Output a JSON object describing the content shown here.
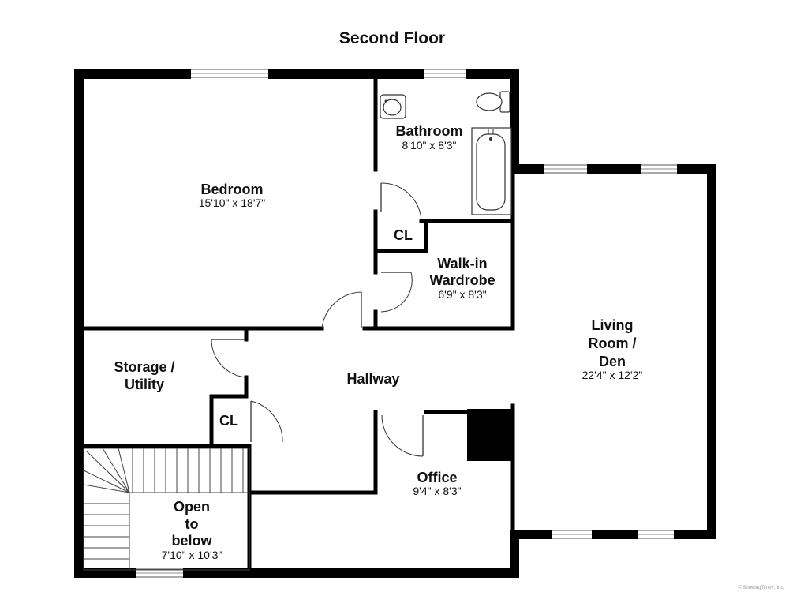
{
  "title": "Second Floor",
  "rooms": {
    "bedroom": {
      "name": "Bedroom",
      "dims": "15'10\" x 18'7\""
    },
    "bathroom": {
      "name": "Bathroom",
      "dims": "8'10\" x 8'3\""
    },
    "closet_1": {
      "name": "CL"
    },
    "walkin": {
      "line1": "Walk-in",
      "line2": "Wardrobe",
      "dims": "6'9\" x 8'3\""
    },
    "living": {
      "line1": "Living",
      "line2": "Room /",
      "line3": "Den",
      "dims": "22'4\" x 12'2\""
    },
    "storage": {
      "line1": "Storage /",
      "line2": "Utility"
    },
    "hallway": {
      "name": "Hallway"
    },
    "closet_2": {
      "name": "CL"
    },
    "office": {
      "name": "Office",
      "dims": "9'4\" x 8'3\""
    },
    "open": {
      "line1": "Open",
      "line2": "to",
      "line3": "below",
      "dims": "7'10\" x 10'3\""
    }
  },
  "copyright": "© ShowingTime+, Inc."
}
